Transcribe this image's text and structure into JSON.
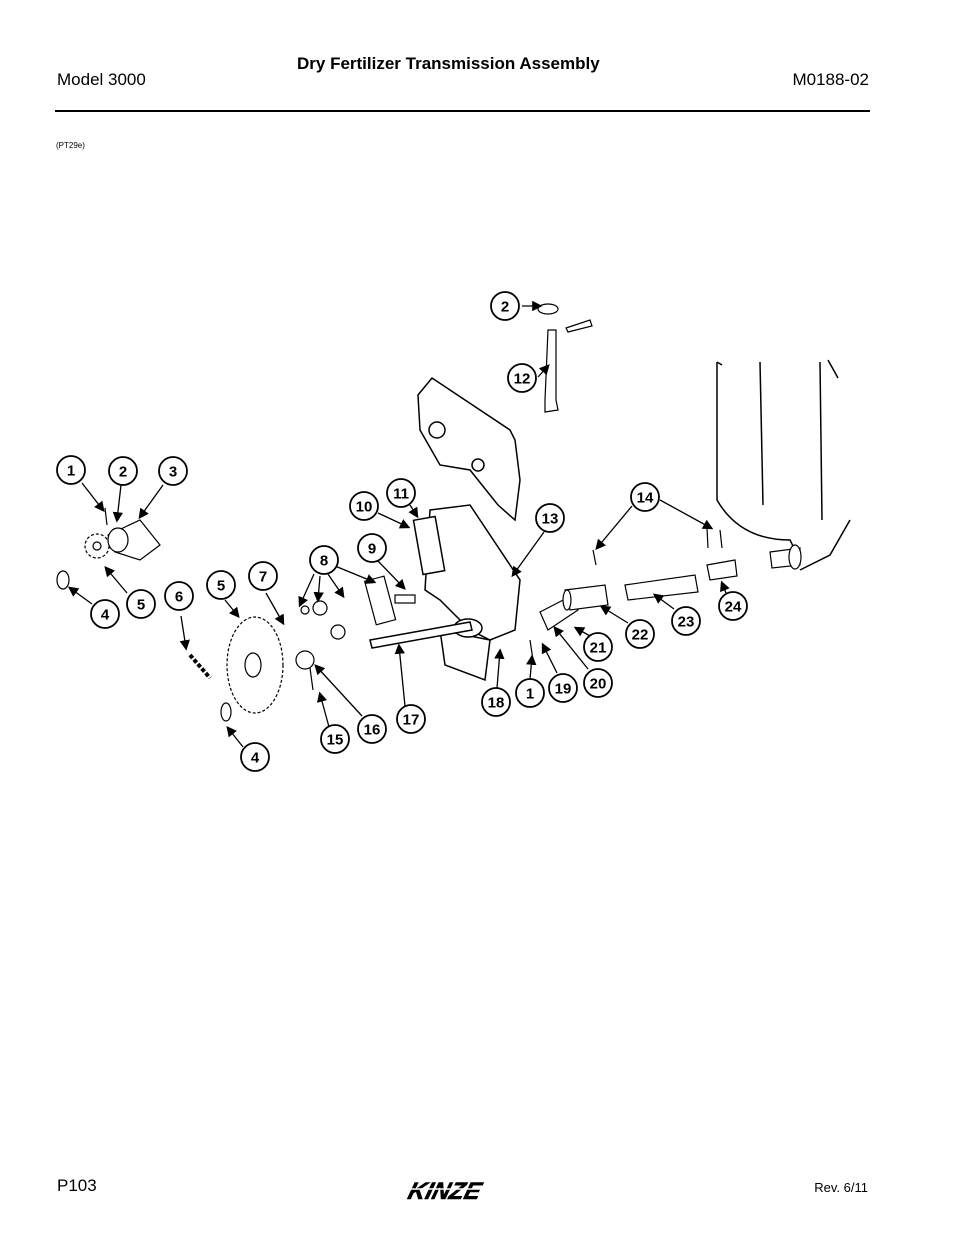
{
  "header": {
    "model": "Model 3000",
    "title": "Dry Fertilizer Transmission Assembly",
    "doc_code": "M0188-02"
  },
  "figure_ref": "(PT29e)",
  "callouts": [
    "1",
    "2",
    "3",
    "4",
    "5",
    "6",
    "5",
    "7",
    "8",
    "9",
    "10",
    "11",
    "2",
    "12",
    "13",
    "14",
    "4",
    "15",
    "16",
    "17",
    "18",
    "1",
    "19",
    "20",
    "21",
    "22",
    "23",
    "24"
  ],
  "footer": {
    "page": "P103",
    "brand": "KINZE",
    "revision": "Rev. 6/11"
  }
}
